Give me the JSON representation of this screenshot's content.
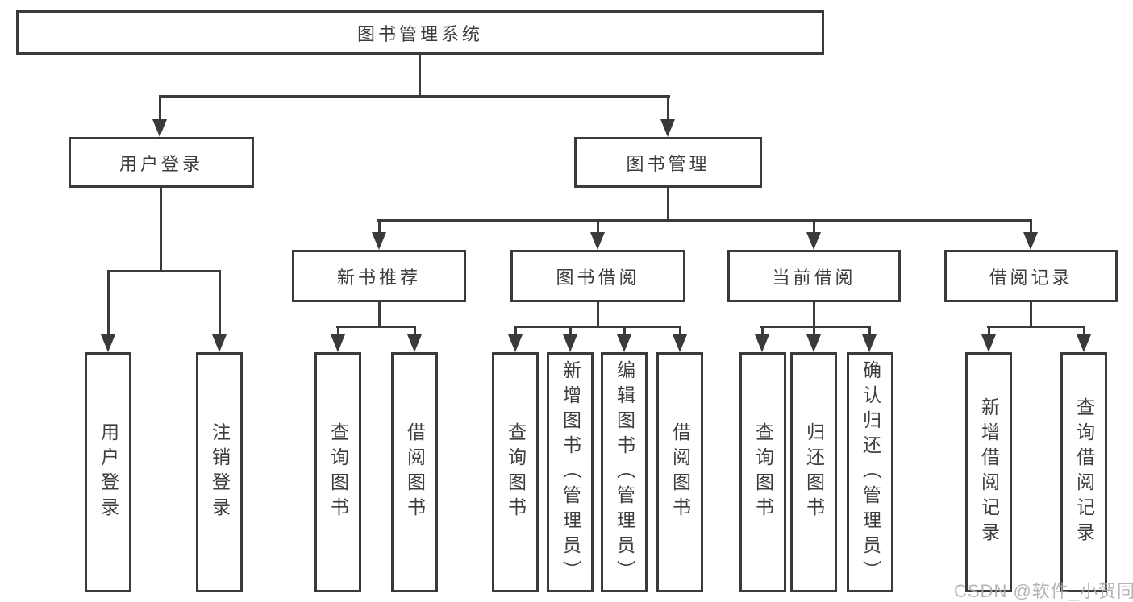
{
  "diagram": {
    "root": {
      "label": "图书管理系统"
    },
    "level2": [
      {
        "label": "用户登录"
      },
      {
        "label": "图书管理"
      }
    ],
    "level3": [
      {
        "label": "新书推荐"
      },
      {
        "label": "图书借阅"
      },
      {
        "label": "当前借阅"
      },
      {
        "label": "借阅记录"
      }
    ],
    "leaves": {
      "user": [
        {
          "label": "用户登录"
        },
        {
          "label": "注销登录"
        }
      ],
      "newbook": [
        {
          "label": "查询图书"
        },
        {
          "label": "借阅图书"
        }
      ],
      "borrow": [
        {
          "label": "查询图书"
        },
        {
          "label": "新增图书（管理员）"
        },
        {
          "label": "编辑图书（管理员）"
        },
        {
          "label": "借阅图书"
        }
      ],
      "current": [
        {
          "label": "查询图书"
        },
        {
          "label": "归还图书"
        },
        {
          "label": "确认归还（管理员）"
        }
      ],
      "records": [
        {
          "label": "新增借阅记录"
        },
        {
          "label": "查询借阅记录"
        }
      ]
    }
  },
  "watermark": "CSDN @软件_小贺同学",
  "colors": {
    "line": "#3a3a3a",
    "text": "#3d3d3d",
    "watermark": "#a9a9a9",
    "background": "#ffffff"
  }
}
